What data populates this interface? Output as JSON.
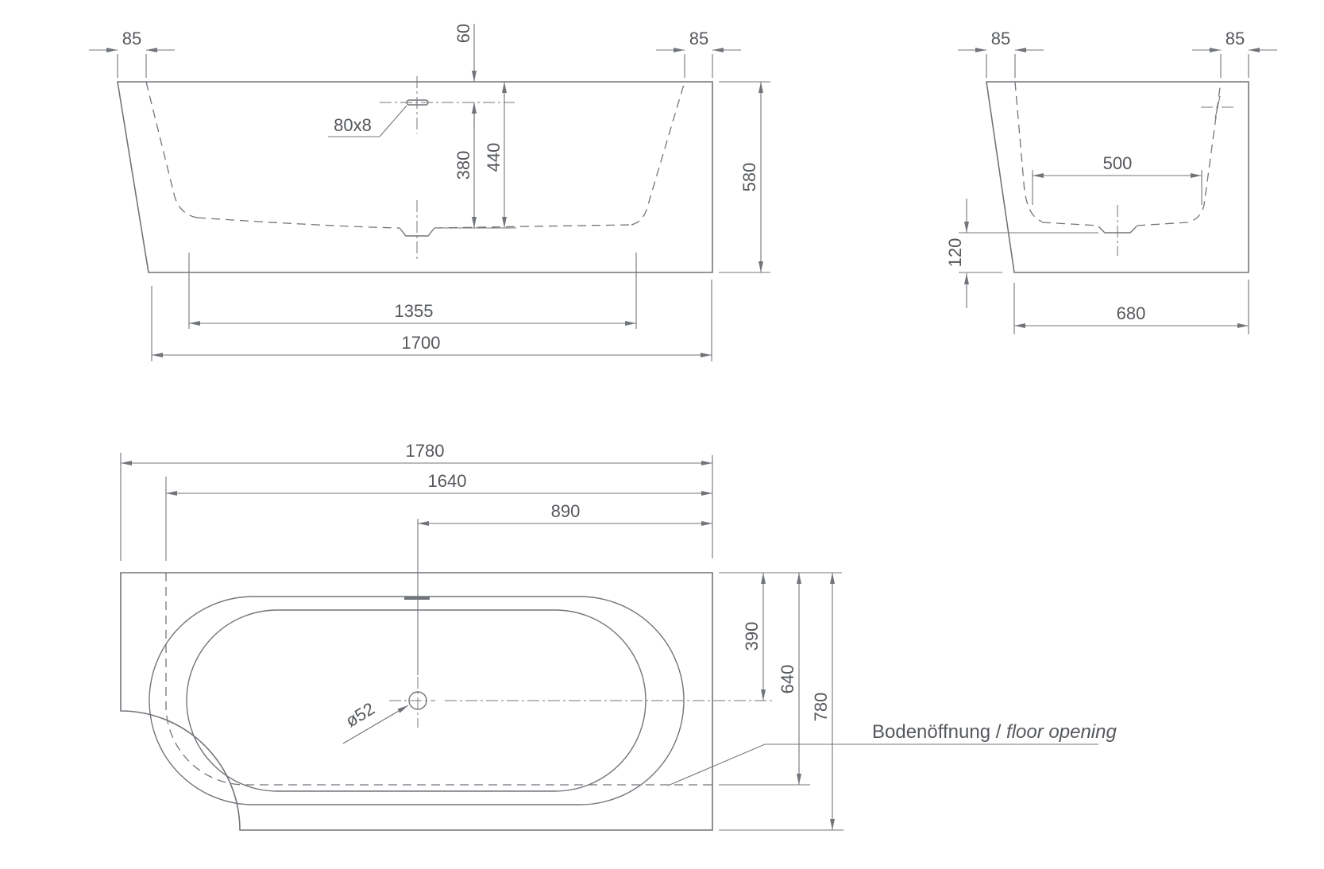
{
  "drawing": {
    "type": "bathtub dimension drawing",
    "colors": {
      "line": "#71757a",
      "text": "#55585c",
      "background": "#ffffff"
    }
  },
  "front_view": {
    "dims": {
      "left_overhang": "85",
      "right_overhang": "85",
      "overflow_from_rim": "60",
      "overflow_slot_size": "80x8",
      "overflow_to_bottom": "380",
      "rim_to_bottom": "440",
      "total_height": "580",
      "inner_bottom_length": "1355",
      "overall_length": "1700"
    }
  },
  "side_view": {
    "dims": {
      "left_overhang": "85",
      "right_overhang": "85",
      "inner_bottom_width": "500",
      "base_recess_height": "120",
      "base_width": "680"
    }
  },
  "plan_view": {
    "dims": {
      "overall_length": "1780",
      "inner_length": "1640",
      "drain_to_wall": "890",
      "wall_to_center": "390",
      "wall_to_floor_opening": "640",
      "overall_width": "780",
      "drain_diameter": "ø52"
    },
    "floor_opening_label_de": "Bodenöffnung /",
    "floor_opening_label_en": " floor opening"
  }
}
